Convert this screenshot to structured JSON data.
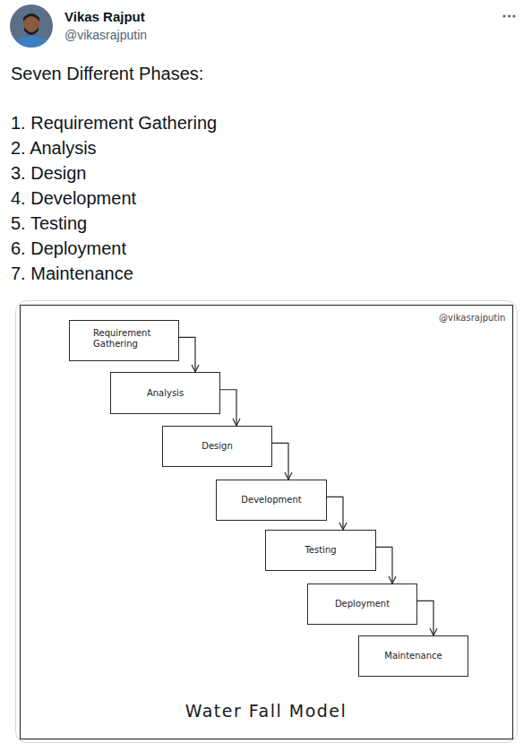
{
  "diagram": {
    "caption": "Water Fall Model",
    "nodes": [
      {
        "text": [
          "Requirement Gathering"
        ]
      },
      {
        "text": [
          "Analysis"
        ]
      },
      {
        "text": [
          "Design"
        ]
      },
      {
        "text": [
          "Development"
        ]
      },
      {
        "text": [
          "Testing"
        ]
      },
      {
        "text": [
          "Deployment"
        ]
      },
      {
        "text": [
          "Maintenance"
        ]
      }
    ],
    "edges": [
      {
        "from": 0,
        "to": 1,
        "arrow": "to"
      },
      {
        "from": 1,
        "to": 2,
        "arrow": "to"
      },
      {
        "from": 2,
        "to": 3,
        "arrow": "to"
      },
      {
        "from": 3,
        "to": 4,
        "arrow": "to"
      },
      {
        "from": 4,
        "to": 5,
        "arrow": "to"
      },
      {
        "from": 5,
        "to": 6,
        "arrow": "to"
      }
    ],
    "labels": [
      "Vikas Rajput",
      "@vikasrajputin",
      "Seven Different Phases:",
      "1. Requirement Gathering",
      "2. Analysis",
      "3. Design",
      "4. Development",
      "5. Testing",
      "6. Deployment",
      "7. Maintenance",
      "@vikasrajputin"
    ]
  }
}
